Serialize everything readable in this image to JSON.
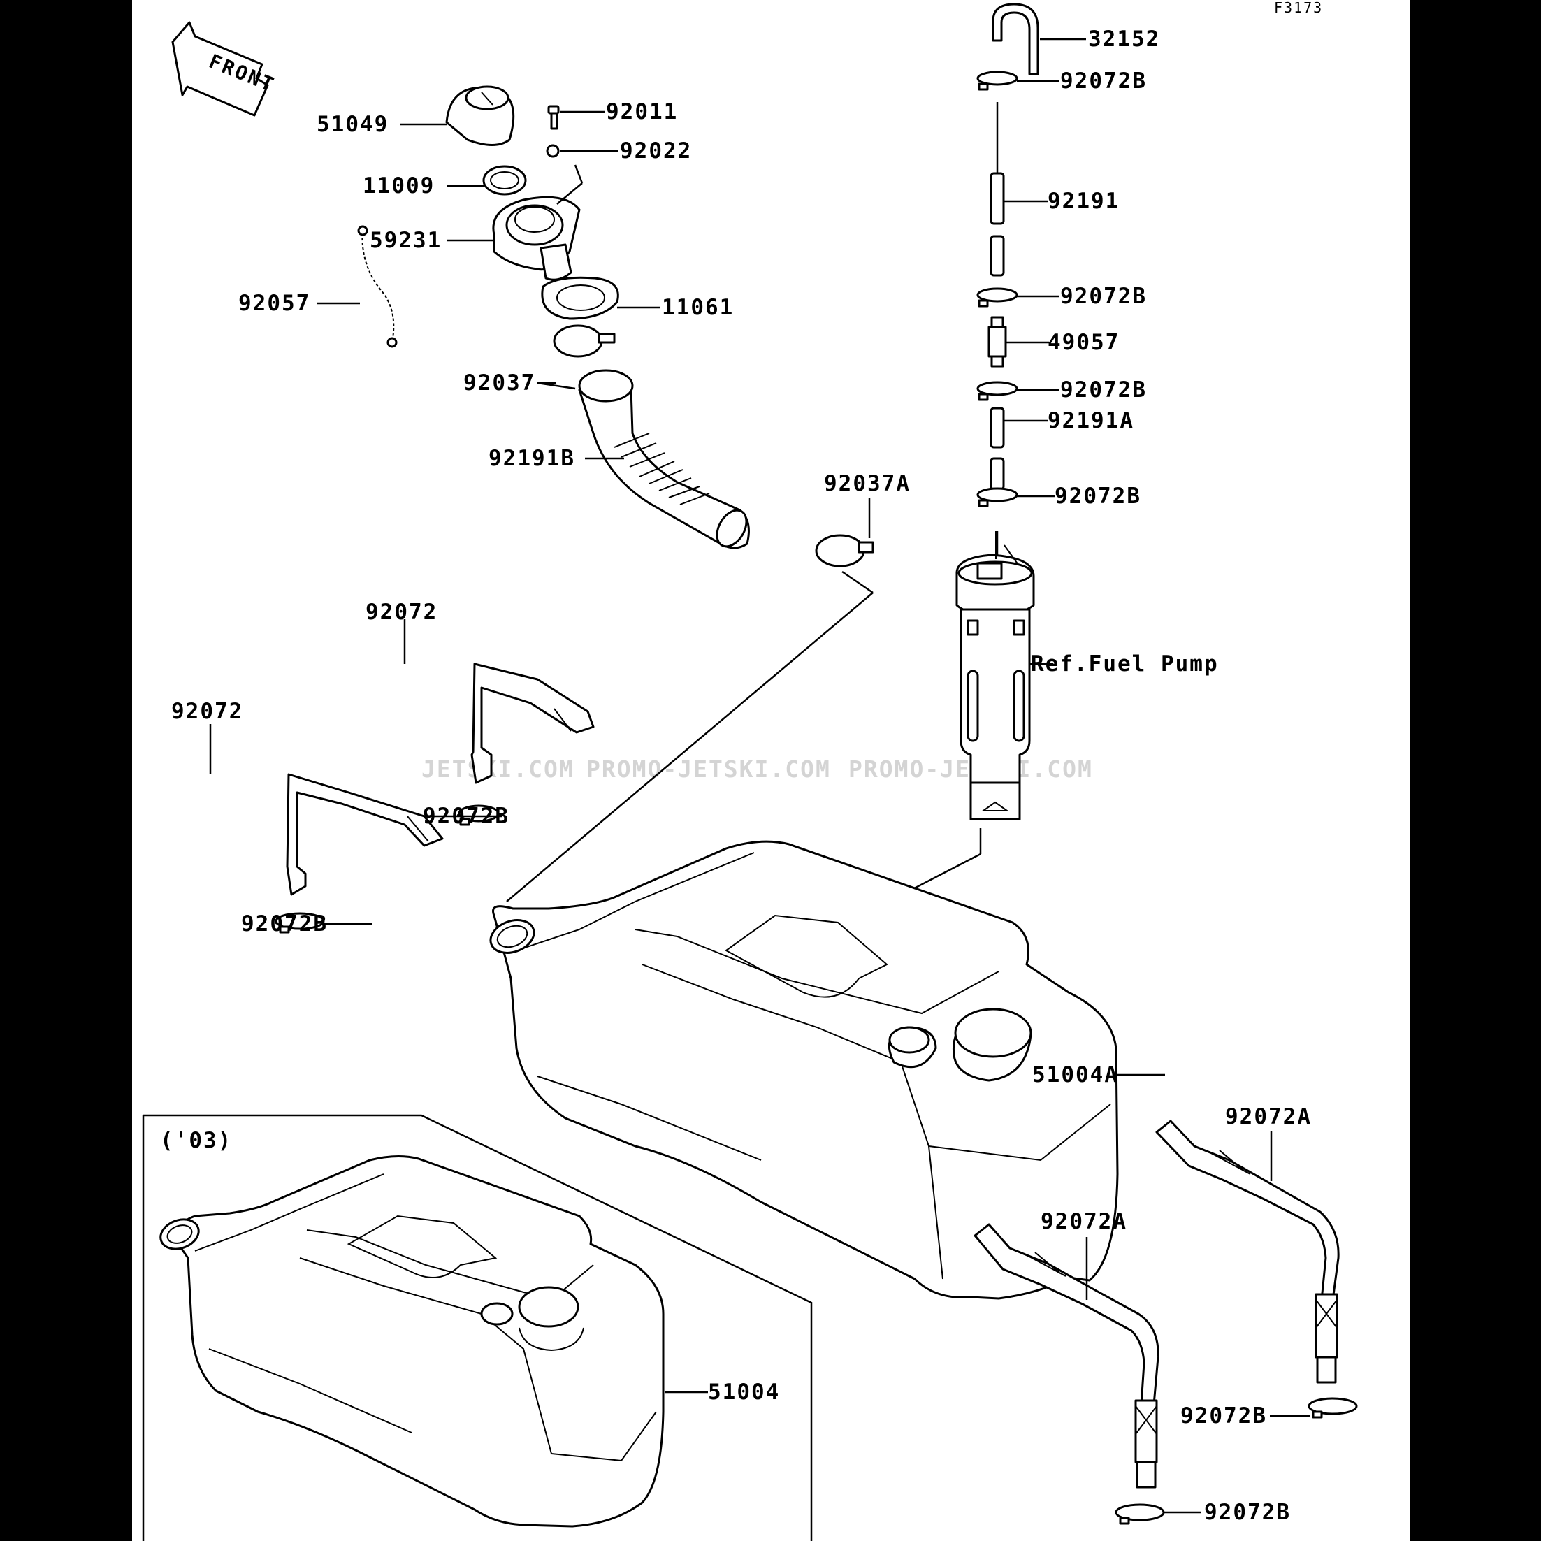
{
  "diagram_code": "F3173",
  "front_arrow_text": "FRONT",
  "inset_label": "('03)",
  "ref_label": "Ref.Fuel Pump",
  "watermarks": [
    "JETSKI.COM",
    "PROMO-JETSKI.COM",
    "PROMO-JETSKI.COM"
  ],
  "callouts": [
    {
      "id": "c32152",
      "text": "32152"
    },
    {
      "id": "c92072b_1",
      "text": "92072B"
    },
    {
      "id": "c92191",
      "text": "92191"
    },
    {
      "id": "c92072b_2",
      "text": "92072B"
    },
    {
      "id": "c49057",
      "text": "49057"
    },
    {
      "id": "c92072b_3",
      "text": "92072B"
    },
    {
      "id": "c92191a",
      "text": "92191A"
    },
    {
      "id": "c92072b_4",
      "text": "92072B"
    },
    {
      "id": "c51049",
      "text": "51049"
    },
    {
      "id": "c92011",
      "text": "92011"
    },
    {
      "id": "c92022",
      "text": "92022"
    },
    {
      "id": "c11009",
      "text": "11009"
    },
    {
      "id": "c59231",
      "text": "59231"
    },
    {
      "id": "c92057",
      "text": "92057"
    },
    {
      "id": "c11061",
      "text": "11061"
    },
    {
      "id": "c92037",
      "text": "92037"
    },
    {
      "id": "c92191b",
      "text": "92191B"
    },
    {
      "id": "c92037a",
      "text": "92037A"
    },
    {
      "id": "c92072_1",
      "text": "92072"
    },
    {
      "id": "c92072_2",
      "text": "92072"
    },
    {
      "id": "c92072b_5",
      "text": "92072B"
    },
    {
      "id": "c92072b_6",
      "text": "92072B"
    },
    {
      "id": "c51004a",
      "text": "51004A"
    },
    {
      "id": "c92072a_1",
      "text": "92072A"
    },
    {
      "id": "c92072a_2",
      "text": "92072A"
    },
    {
      "id": "c51004",
      "text": "51004"
    },
    {
      "id": "c92072b_7",
      "text": "92072B"
    },
    {
      "id": "c92072b_8",
      "text": "92072B"
    }
  ]
}
